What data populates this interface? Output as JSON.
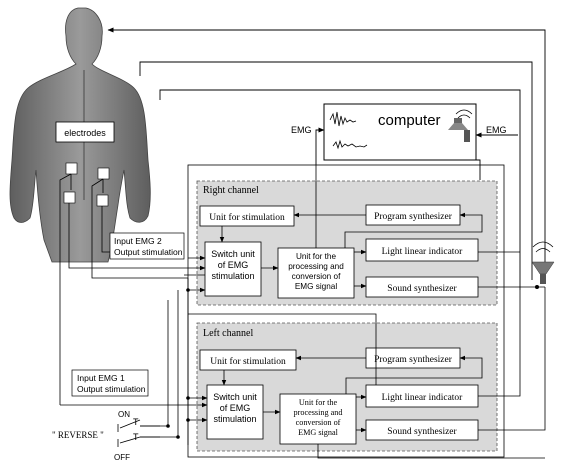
{
  "body_labels": {
    "electrodes": "electrodes",
    "input_emg2_line1": "Input EMG 2",
    "input_emg2_line2": "Output stimulation",
    "input_emg1_line1": "Input EMG 1",
    "input_emg1_line2": "Output stimulation"
  },
  "computer": {
    "title": "computer",
    "emg_left": "EMG",
    "emg_right": "EMG"
  },
  "right_channel": {
    "title": "Right channel",
    "unit_stimulation": "Unit for stimulation",
    "program_synth": "Program synthesizer",
    "switch_line1": "Switch unit",
    "switch_line2": "of EMG",
    "switch_line3": "stimulation",
    "processing_line1": "Unit  for the",
    "processing_line2": "processing and",
    "processing_line3": "conversion of",
    "processing_line4": "EMG signal",
    "light_indicator": "Light linear indicator",
    "sound_synth": "Sound synthesizer"
  },
  "left_channel": {
    "title": "Left channel",
    "unit_stimulation": "Unit for stimulation",
    "program_synth": "Program synthesizer",
    "switch_line1": "Switch unit",
    "switch_line2": "of EMG",
    "switch_line3": "stimulation",
    "processing_line1": "Unit  for the",
    "processing_line2": "processing and",
    "processing_line3": "conversion of",
    "processing_line4": "EMG signal",
    "light_indicator": "Light linear indicator",
    "sound_synth": "Sound synthesizer"
  },
  "switches": {
    "on": "ON",
    "off": "OFF",
    "reverse": "\" REVERSE \"",
    "t1": "T",
    "t2": "T"
  },
  "colors": {
    "line": "#000000",
    "body_fill": "#7d7d7d",
    "channel_fill": "#d9d9d9",
    "box_fill": "#ffffff"
  }
}
